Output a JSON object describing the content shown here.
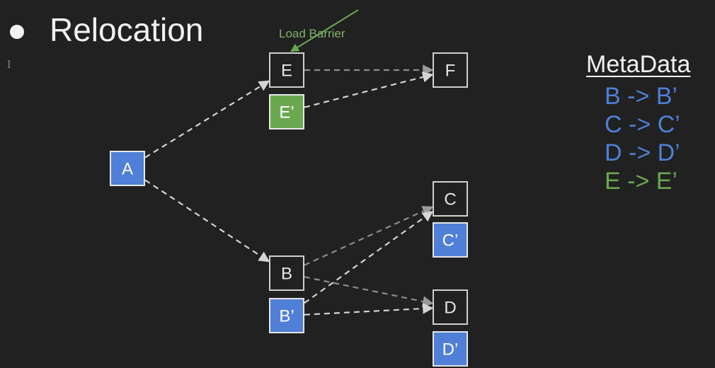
{
  "slide": {
    "title": "Relocation"
  },
  "colors": {
    "background": "#212121",
    "text": "#f2f2f2",
    "blue": "#4f7fd6",
    "green": "#6aa84f",
    "edge": "#8c8c8c",
    "edge_strong": "#d4d4d4",
    "node_border_dark": "#d0d0d0",
    "node_border_filled": "#e6e6e6"
  },
  "diagram": {
    "load_barrier_label": "Load Barrier",
    "nodes": [
      {
        "id": "A",
        "label": "A",
        "fill": "blue"
      },
      {
        "id": "E",
        "label": "E",
        "fill": "dark"
      },
      {
        "id": "E_prime",
        "label": "E’",
        "fill": "green"
      },
      {
        "id": "F",
        "label": "F",
        "fill": "dark"
      },
      {
        "id": "B",
        "label": "B",
        "fill": "dark"
      },
      {
        "id": "B_prime",
        "label": "B’",
        "fill": "blue"
      },
      {
        "id": "C",
        "label": "C",
        "fill": "dark"
      },
      {
        "id": "C_prime",
        "label": "C’",
        "fill": "blue"
      },
      {
        "id": "D",
        "label": "D",
        "fill": "dark"
      },
      {
        "id": "D_prime",
        "label": "D’",
        "fill": "blue"
      }
    ],
    "edges": [
      {
        "from": "A",
        "to": "E",
        "style": "strong"
      },
      {
        "from": "A",
        "to": "B",
        "style": "strong"
      },
      {
        "from": "E",
        "to": "F",
        "style": "faint"
      },
      {
        "from": "E_prime",
        "to": "F",
        "style": "strong"
      },
      {
        "from": "B",
        "to": "C",
        "style": "faint"
      },
      {
        "from": "B",
        "to": "D",
        "style": "faint"
      },
      {
        "from": "B_prime",
        "to": "C",
        "style": "strong"
      },
      {
        "from": "B_prime",
        "to": "D",
        "style": "strong"
      }
    ]
  },
  "metadata": {
    "title": "MetaData",
    "mappings": [
      {
        "text": "B -> B’",
        "color": "blue"
      },
      {
        "text": "C -> C’",
        "color": "blue"
      },
      {
        "text": "D -> D’",
        "color": "blue"
      },
      {
        "text": "E -> E’",
        "color": "green"
      }
    ]
  }
}
